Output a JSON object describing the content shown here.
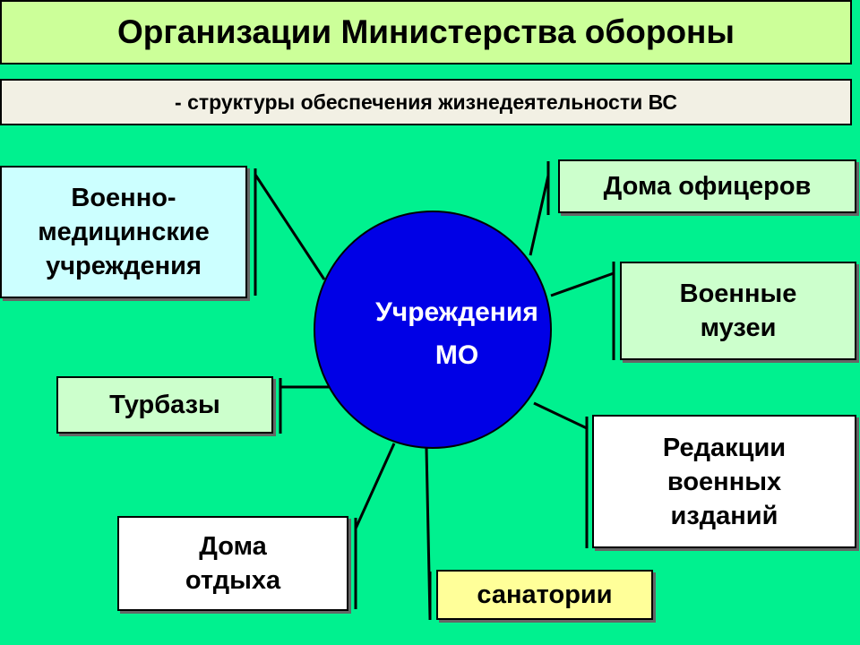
{
  "title": "Организации Министерства обороны",
  "subtitle": "- структуры обеспечения жизнедеятельности ВС",
  "center": {
    "line1": "Учреждения",
    "line2": "МО"
  },
  "nodes": {
    "medical": "Военно- медицинские учреждения",
    "officers": "Дома офицеров",
    "museums": "Военные музеи",
    "tourist": "Турбазы",
    "editorial": "Редакции военных изданий",
    "rest_homes": "Дома отдыха",
    "sanatoriums": "санатории"
  },
  "colors": {
    "background": "#00f18f",
    "title_bg": "#ccff99",
    "circle": "#0000e6",
    "box_light_blue": "#ccffff",
    "box_light_green": "#ccffcc",
    "box_white": "#ffffff",
    "box_yellow": "#ffff99"
  }
}
